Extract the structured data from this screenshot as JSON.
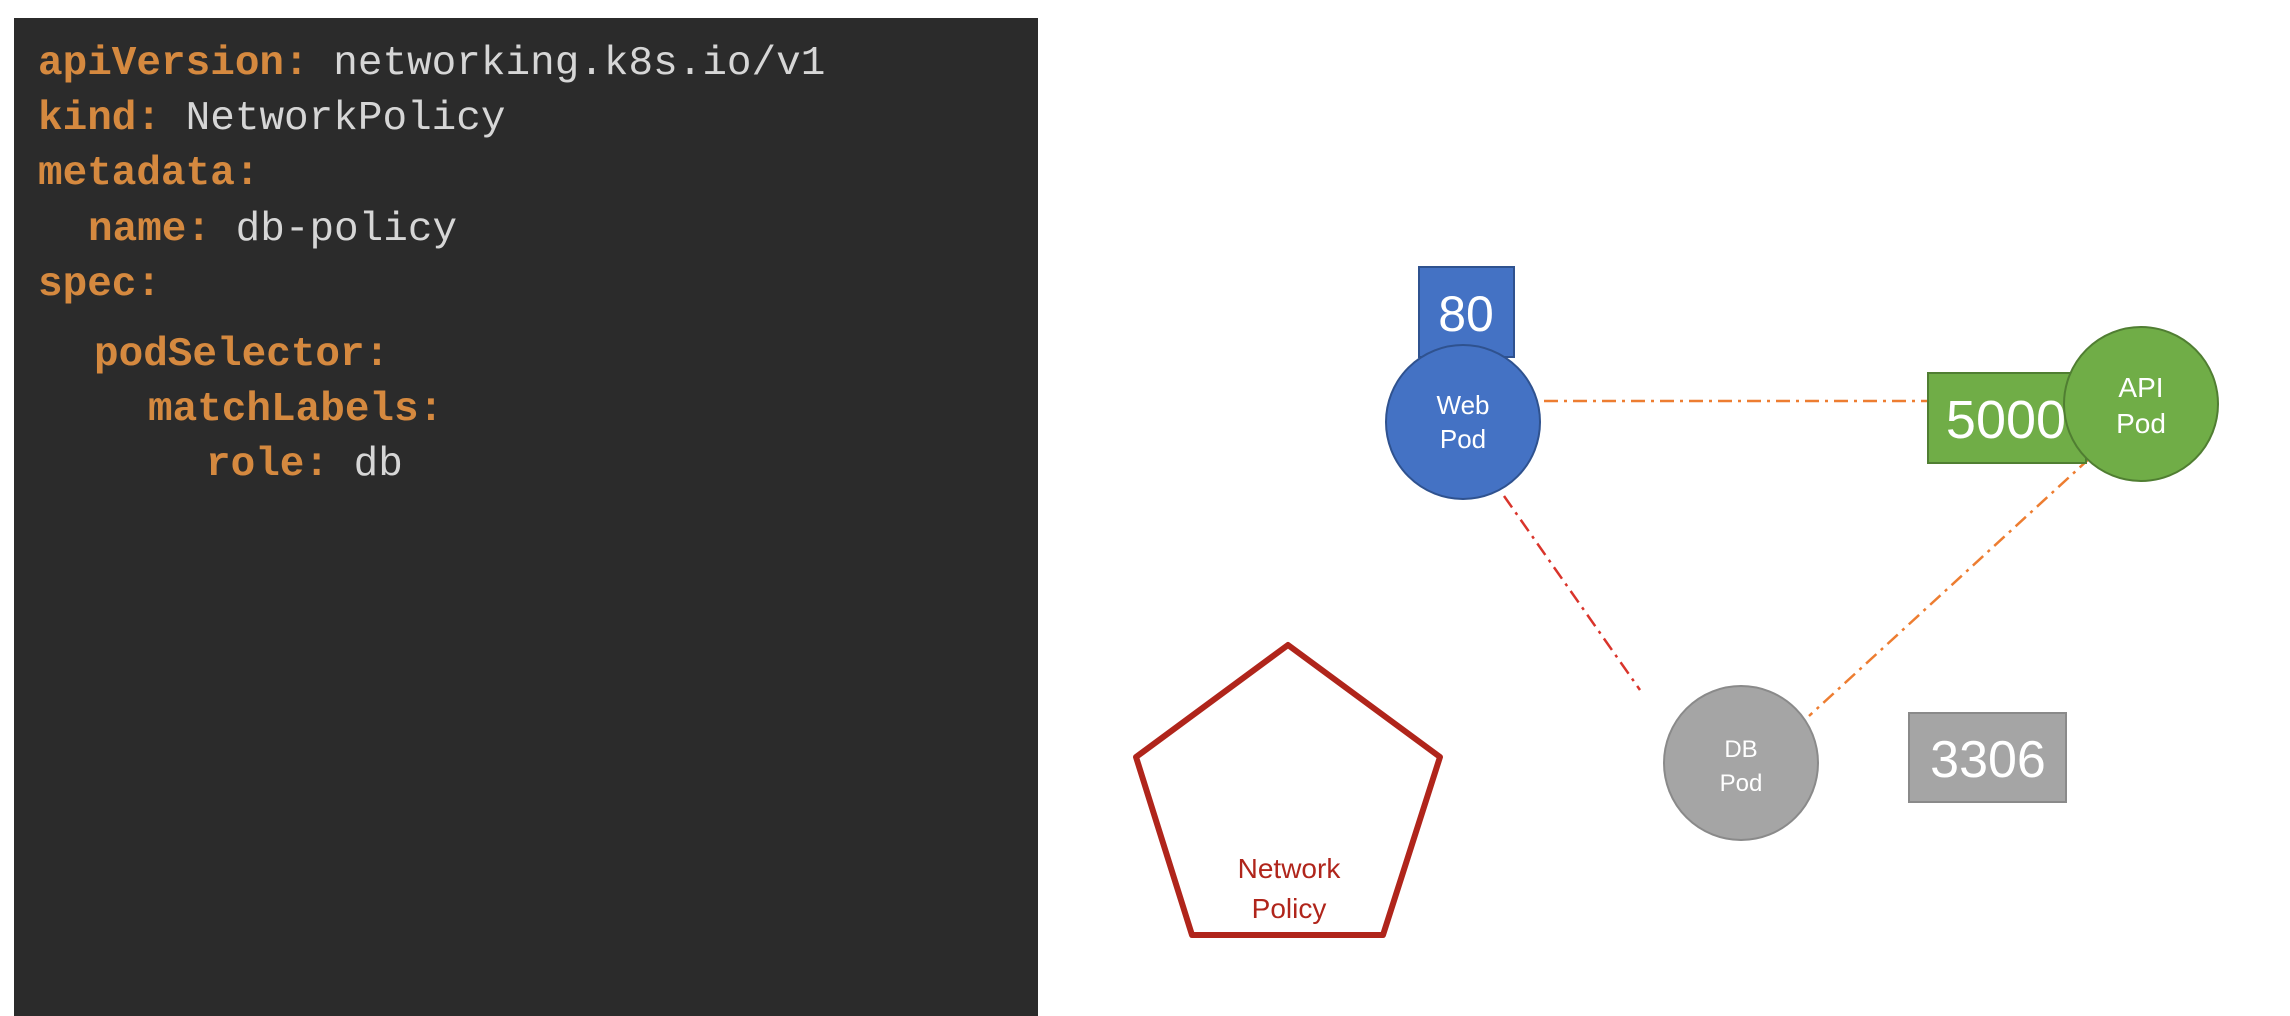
{
  "yaml": {
    "lines": [
      {
        "key": "apiVersion:",
        "value": " networking.k8s.io/v1"
      },
      {
        "key": "kind:",
        "value": " NetworkPolicy"
      },
      {
        "key": "metadata:",
        "value": ""
      },
      {
        "key": "name:",
        "value": " db-policy"
      },
      {
        "key": "spec:",
        "value": ""
      },
      {
        "key": "podSelector:",
        "value": ""
      },
      {
        "key": "matchLabels:",
        "value": ""
      },
      {
        "key": "role:",
        "value": " db"
      }
    ]
  },
  "diagram": {
    "web_pod": {
      "line1": "Web",
      "line2": "Pod",
      "port": "80",
      "color": "#4472c4"
    },
    "api_pod": {
      "line1": "API",
      "line2": "Pod",
      "port": "5000",
      "color": "#70ad47"
    },
    "db_pod": {
      "line1": "DB",
      "line2": "Pod",
      "port": "3306",
      "color": "#a5a5a5"
    },
    "network_policy": {
      "line1": "Network",
      "line2": "Policy",
      "color": "#b0251b"
    },
    "connector_color_orange": "#ed7d31",
    "connector_color_red": "#d9342b"
  }
}
